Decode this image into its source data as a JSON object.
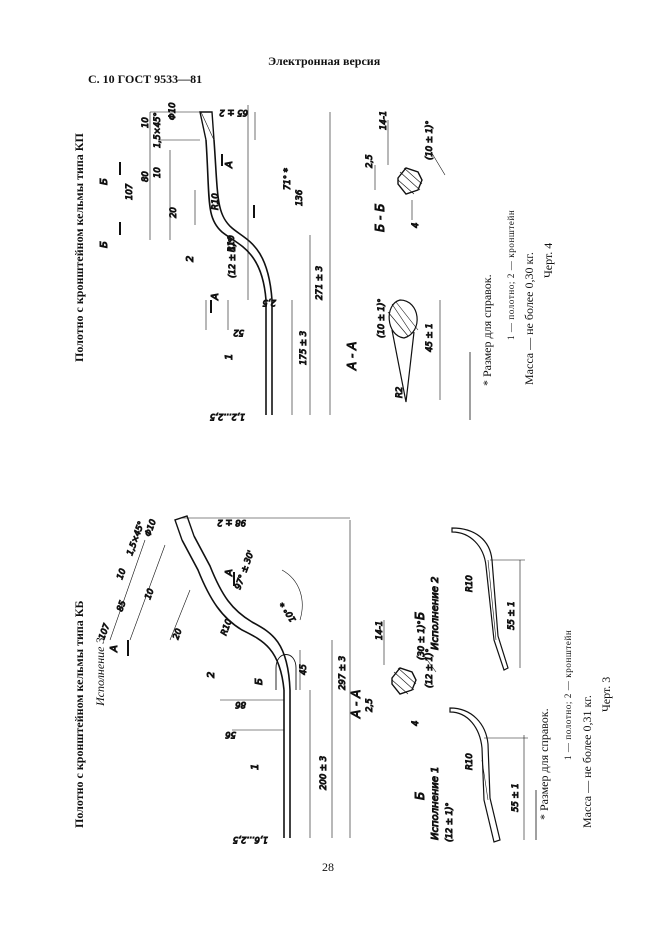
{
  "header": {
    "electronic": "Электронная версия",
    "page_ref": "С. 10 ГОСТ 9533—81",
    "page_number": "28"
  },
  "drawing3": {
    "caption": "Полотно с кронштейном кельмы типа КБ",
    "variant": "Исполнение 3",
    "footnote": "* Размер для справок.",
    "legend": "1 — полотно; 2 — кронштейн",
    "mass": "Масса — не более 0,31 кг.",
    "fig": "Черт. 3",
    "section_aa": "А - А",
    "section_b1": "Б",
    "ispolnenie_1": "Исполнение 1",
    "ispolnenie_2": "Исполнение 2",
    "labels": {
      "view_a": "А",
      "view_b": "Б",
      "part1": "1",
      "part2": "2"
    },
    "dims": {
      "d98": "98 ± 2",
      "d297": "297 ± 3",
      "d200": "200 ± 3",
      "d45": "45",
      "d56": "56",
      "d98b": "86",
      "d16": "1,6...2,5",
      "d10phi": "Φ10",
      "d15x45": "1,5×45°",
      "d10a": "10",
      "d10b": "10",
      "d107": "107",
      "d85": "85",
      "d20": "20",
      "r10": "R10",
      "ang97": "97° ± 30'",
      "ang10": "10° *",
      "d14": "14-1",
      "ang30": "(30 ± 1)°",
      "d4": "4",
      "d25": "2,5",
      "ang12a": "(12 ± 1)°",
      "r10b": "R10",
      "d55a": "55 ± 1",
      "ang12b": "(12 ± 1)°",
      "r10c": "R10",
      "d55b": "55 ± 1"
    }
  },
  "drawing4": {
    "caption": "Полотно с кронштейном кельмы типа КП",
    "footnote": "* Размер для справок.",
    "legend": "1 — полотно; 2 — кронштейн",
    "mass": "Масса — не более 0,30 кг.",
    "fig": "Черт. 4",
    "section_aa": "А - А",
    "section_bb": "Б - Б",
    "labels": {
      "view_a1": "А",
      "view_a2": "А",
      "view_b1": "Б",
      "view_b2": "Б",
      "part1": "1",
      "part2": "2"
    },
    "dims": {
      "d65": "65 ± 2",
      "d10phi": "Φ10",
      "d15x45": "1,5×45°",
      "d10a": "10",
      "d10b": "10",
      "d107": "107",
      "d80": "80",
      "d20": "20",
      "r10a": "R10",
      "r10b": "R10",
      "ang71": "71° *",
      "d136": "136",
      "ang12": "(12 ± 1)°",
      "d25": "2,5",
      "d52": "52",
      "d271": "271 ± 3",
      "d175": "175 ± 3",
      "d125": "1,2...2,5",
      "ang10": "(10 ± 1)°",
      "d45": "45 ± 1",
      "r2": "R2",
      "d14": "14-1",
      "ang10b": "(10 ± 1)°",
      "d25b": "2,5",
      "d4": "4"
    }
  }
}
